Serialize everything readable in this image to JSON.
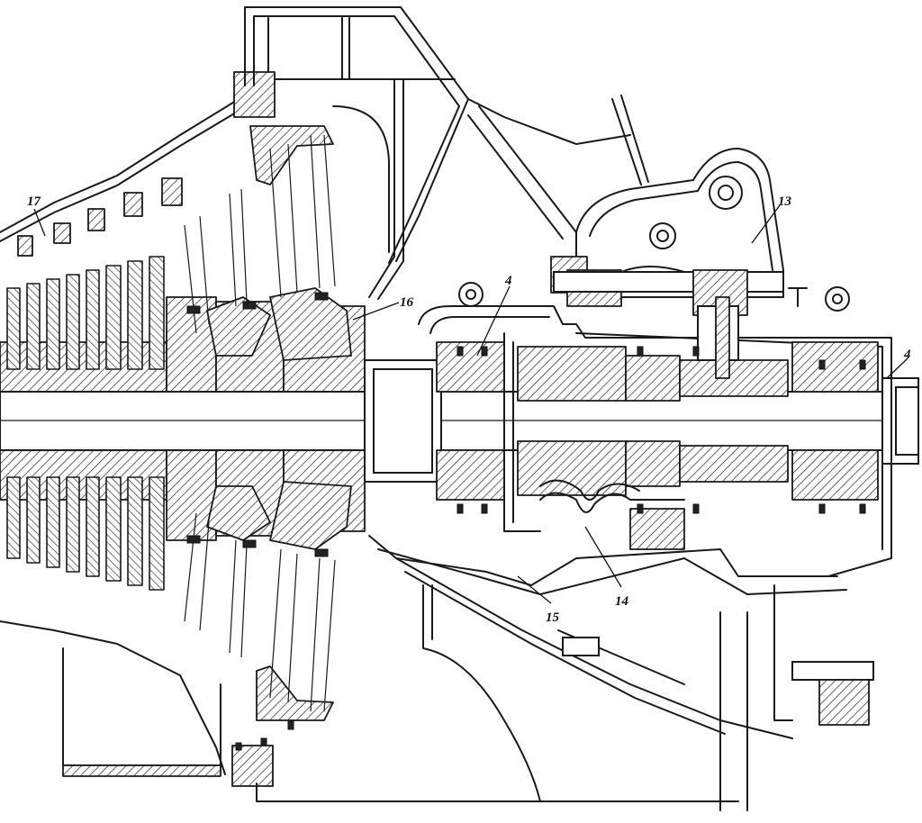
{
  "drawing": {
    "background": "#ffffff",
    "line_color": "#1a1a1a",
    "callouts": [
      {
        "id": "17",
        "text": "17"
      },
      {
        "id": "16",
        "text": "16"
      },
      {
        "id": "4a",
        "text": "4"
      },
      {
        "id": "13",
        "text": "13"
      },
      {
        "id": "4b",
        "text": "4"
      },
      {
        "id": "14",
        "text": "14"
      },
      {
        "id": "15",
        "text": "15"
      }
    ]
  }
}
